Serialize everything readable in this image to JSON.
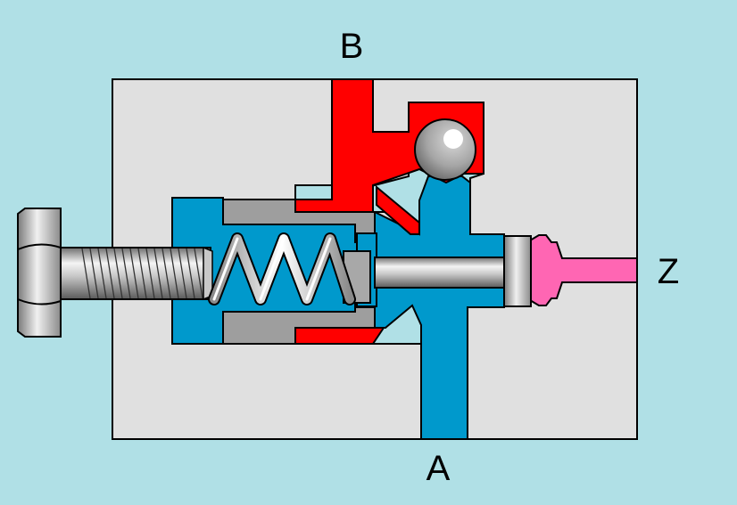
{
  "diagram": {
    "labels": {
      "port_b": "B",
      "port_a": "A",
      "port_z": "Z"
    },
    "colors": {
      "background": "#b0e0e6",
      "housing": "#e0e0e0",
      "pressure_supply": "#ff0000",
      "working_channel": "#0099cc",
      "control_signal": "#ff66b3",
      "steel": "#999999",
      "outline": "#000000"
    },
    "parts": [
      "valve-housing",
      "port-b-channel",
      "port-a-channel",
      "port-z-control-line",
      "check-ball",
      "adjusting-screw",
      "compression-spring",
      "spring-seat",
      "valve-stem",
      "control-piston"
    ]
  }
}
